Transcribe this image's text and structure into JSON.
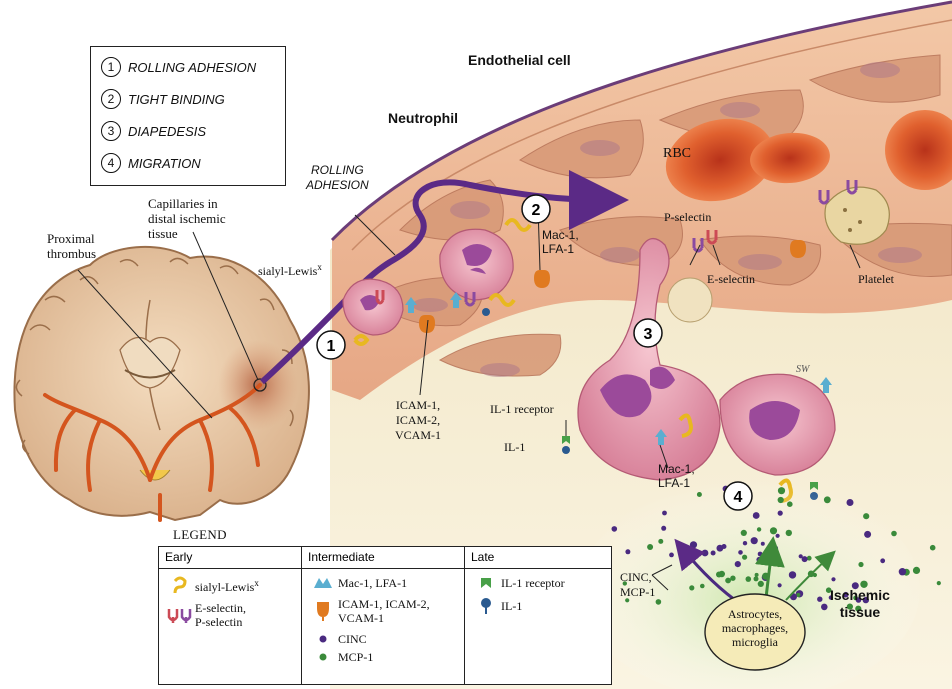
{
  "steps_box": [
    {
      "num": "1",
      "label": "ROLLING ADHESION"
    },
    {
      "num": "2",
      "label": "TIGHT BINDING"
    },
    {
      "num": "3",
      "label": "DIAPEDESIS"
    },
    {
      "num": "4",
      "label": "MIGRATION"
    }
  ],
  "labels": {
    "endothelial_cell": "Endothelial cell",
    "neutrophil": "Neutrophil",
    "rolling_adhesion": [
      "ROLLING",
      "ADHESION"
    ],
    "capillaries": [
      "Capillaries in",
      "distal ischemic",
      "tissue"
    ],
    "proximal_thrombus": [
      "Proximal",
      "thrombus"
    ],
    "sialyl_lewis": "sialyl-Lewis",
    "sialyl_lewis_sup": "x",
    "mac1_lfa1_top": [
      "Mac-1,",
      "LFA-1"
    ],
    "rbc": "RBC",
    "p_selectin": "P-selectin",
    "e_selectin": "E-selectin",
    "platelet": "Platelet",
    "icam": [
      "ICAM-1,",
      "ICAM-2,",
      "VCAM-1"
    ],
    "il1_receptor": "IL-1 receptor",
    "il1": "IL-1",
    "mac1_lfa1_bottom": [
      "Mac-1,",
      "LFA-1"
    ],
    "cinc_mcp1": [
      "CINC,",
      "MCP-1"
    ],
    "ischemic_tissue": [
      "Ischemic",
      "tissue"
    ],
    "astrocytes": [
      "Astrocytes,",
      "macrophages,",
      "microglia"
    ],
    "signature": "SW",
    "circle_1": "1",
    "circle_2": "2",
    "circle_3": "3",
    "circle_4": "4"
  },
  "legend": {
    "title": "LEGEND",
    "headers": {
      "early": "Early",
      "intermediate": "Intermediate",
      "late": "Late"
    },
    "early": [
      {
        "icon": "sialyl-lewis-icon",
        "label": "sialyl-Lewis",
        "sup": "x"
      },
      {
        "icon": "selectin-icon",
        "label": "E-selectin,\nP-selectin"
      }
    ],
    "intermediate": [
      {
        "icon": "mac1-lfa1-icon",
        "label": "Mac-1, LFA-1"
      },
      {
        "icon": "icam-icon",
        "label": "ICAM-1, ICAM-2,\nVCAM-1"
      },
      {
        "icon": "cinc-dot-icon",
        "label": "CINC"
      },
      {
        "icon": "mcp1-dot-icon",
        "label": "MCP-1"
      }
    ],
    "late": [
      {
        "icon": "il1-receptor-icon",
        "label": "IL-1 receptor"
      },
      {
        "icon": "il1-icon",
        "label": "IL-1"
      }
    ]
  },
  "colors": {
    "purple_arrow": "#5b2a86",
    "green_arrow": "#3f8a3a",
    "sialyl": "#e8b820",
    "selectin_red": "#cc4a55",
    "selectin_purple": "#8a4aa0",
    "mac1": "#5aaed0",
    "icam": "#e07a20",
    "cinc": "#4a2a80",
    "mcp1": "#3a8a3a",
    "il1_receptor": "#48a048",
    "il1": "#2a5a90",
    "neutrophil": "#e8a0b4",
    "rbc": "#d8502a"
  }
}
